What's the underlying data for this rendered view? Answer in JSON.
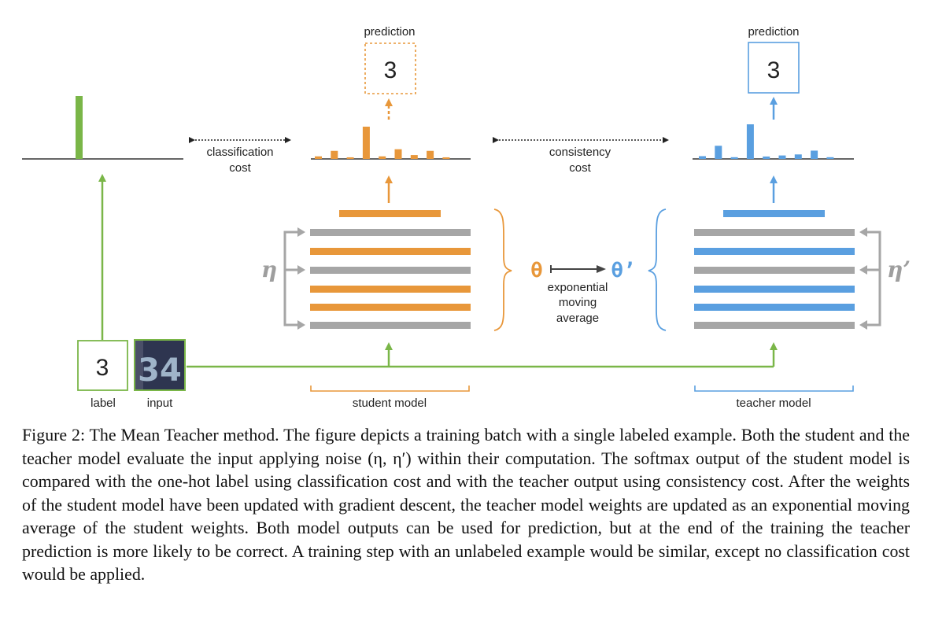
{
  "figure": {
    "student_prediction": {
      "title": "prediction",
      "value": "3"
    },
    "teacher_prediction": {
      "title": "prediction",
      "value": "3"
    },
    "classification_cost": {
      "line1": "classification",
      "line2": "cost"
    },
    "consistency_cost": {
      "line1": "consistency",
      "line2": "cost"
    },
    "noise_student": "η",
    "noise_teacher": "η’",
    "theta": "θ",
    "theta_prime": "θ’",
    "ema": {
      "line1": "exponential",
      "line2": "moving",
      "line3": "average"
    },
    "label_box": {
      "value": "3",
      "caption": "label"
    },
    "input_box": {
      "value": "34",
      "caption": "input"
    },
    "student_model": "student model",
    "teacher_model": "teacher model",
    "colors": {
      "green": "#7ab648",
      "orange": "#e8973a",
      "blue": "#5a9fe0",
      "gray": "#a6a6a6",
      "dark": "#444444"
    },
    "one_hot_label": [
      1
    ],
    "student_softmax": [
      0.08,
      0.25,
      0.05,
      1.0,
      0.08,
      0.3,
      0.12,
      0.25,
      0.05
    ],
    "teacher_softmax": [
      0.08,
      0.38,
      0.05,
      1.0,
      0.07,
      0.1,
      0.13,
      0.24,
      0.05
    ]
  },
  "caption": {
    "label": "Figure 2:",
    "text": "The Mean Teacher method. The figure depicts a training batch with a single labeled example. Both the student and the teacher model evaluate the input applying noise (η, η′) within their computation. The softmax output of the student model is compared with the one-hot label using classification cost and with the teacher output using consistency cost. After the weights of the student model have been updated with gradient descent, the teacher model weights are updated as an exponential moving average of the student weights. Both model outputs can be used for prediction, but at the end of the training the teacher prediction is more likely to be correct. A training step with an unlabeled example would be similar, except no classification cost would be applied."
  }
}
